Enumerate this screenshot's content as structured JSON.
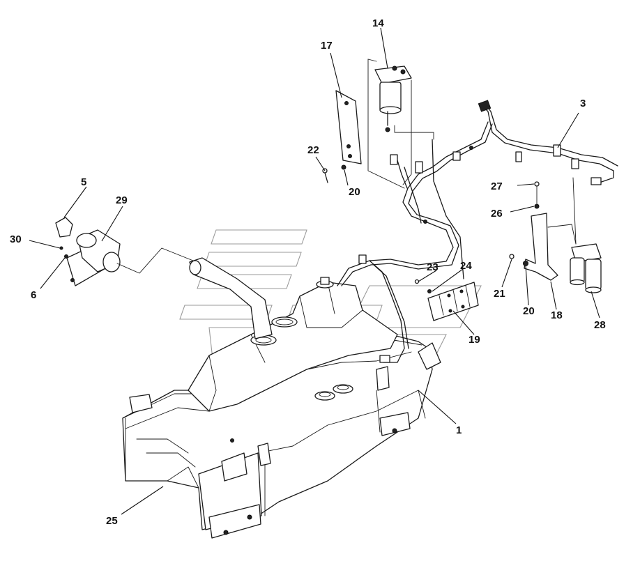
{
  "callouts": [
    {
      "id": "c14",
      "text": "14"
    },
    {
      "id": "c17",
      "text": "17"
    },
    {
      "id": "c3",
      "text": "3"
    },
    {
      "id": "c22",
      "text": "22"
    },
    {
      "id": "c20a",
      "text": "20"
    },
    {
      "id": "c27",
      "text": "27"
    },
    {
      "id": "c26",
      "text": "26"
    },
    {
      "id": "c5",
      "text": "5"
    },
    {
      "id": "c29",
      "text": "29"
    },
    {
      "id": "c30",
      "text": "30"
    },
    {
      "id": "c6",
      "text": "6"
    },
    {
      "id": "c23",
      "text": "23"
    },
    {
      "id": "c24",
      "text": "24"
    },
    {
      "id": "c21",
      "text": "21"
    },
    {
      "id": "c20b",
      "text": "20"
    },
    {
      "id": "c18",
      "text": "18"
    },
    {
      "id": "c28",
      "text": "28"
    },
    {
      "id": "c19",
      "text": "19"
    },
    {
      "id": "c1",
      "text": "1"
    },
    {
      "id": "c25",
      "text": "25"
    }
  ],
  "colors": {
    "line": "#1a1a1a",
    "watermark": "#9a9a9a",
    "background": "#ffffff"
  }
}
